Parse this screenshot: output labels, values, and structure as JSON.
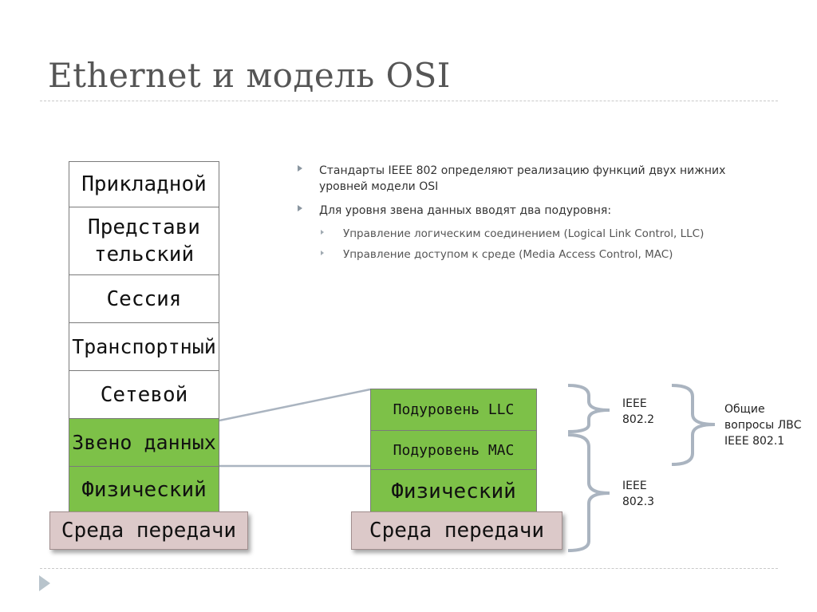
{
  "slide": {
    "title": "Ethernet и модель OSI"
  },
  "osi_stack": {
    "layers": [
      "Прикладной",
      "Представи тельский",
      "Сессия",
      "Транспортный",
      "Сетевой",
      "Звено данных",
      "Физический"
    ],
    "medium": "Среда передачи",
    "highlight_color": "#7dc148"
  },
  "ethernet_stack": {
    "llc": "Подуровень LLC",
    "mac": "Подуровень MAC",
    "physical": "Физический",
    "medium": "Среда передачи"
  },
  "bullets": {
    "b1": "Стандарты IEEE 802 определяют реализацию функций двух нижних уровней модели OSI",
    "b2": "Для уровня звена данных вводят два подуровня:",
    "sub1": "Управление логическим соединением (Logical Link Control, LLC)",
    "sub2": "Управление доступом к среде (Media Access Control, MAC)"
  },
  "labels": {
    "ieee_8022_line1": "IEEE",
    "ieee_8022_line2": "802.2",
    "ieee_8023_line1": "IEEE",
    "ieee_8023_line2": "802.3",
    "general_line1": "Общие",
    "general_line2": "вопросы ЛВС",
    "general_line3": "IEEE 802.1"
  }
}
